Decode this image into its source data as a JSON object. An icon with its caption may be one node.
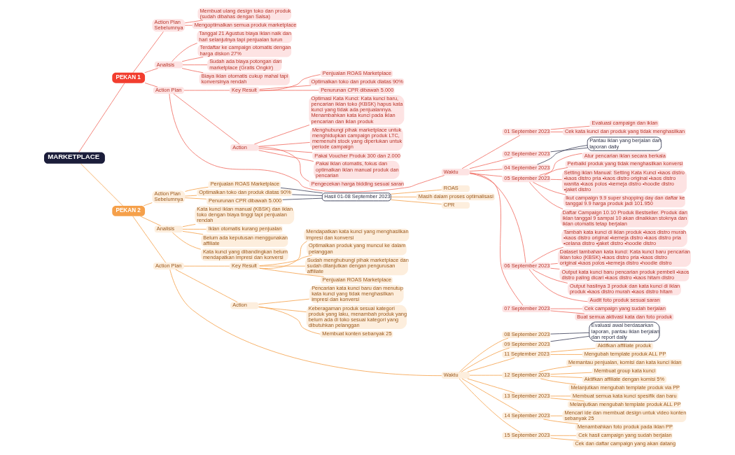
{
  "diagram": {
    "nodes": [
      {
        "text": [
          "MARKETPLACE"
        ]
      },
      {
        "text": [
          "PEKAN 1"
        ]
      },
      {
        "text": [
          "Action Plan Sebelumnya"
        ]
      },
      {
        "text": [
          "Membuat ulang design toko dan produk (sudah dibahas dengan Salsa)"
        ]
      },
      {
        "text": [
          "Mengoptimalkan semua produk marketplace"
        ]
      },
      {
        "text": [
          "Analisis"
        ]
      },
      {
        "text": [
          "Tanggal 21 Agustus biaya iklan naik dan hari selanjutnya tapi penjualan turun"
        ]
      },
      {
        "text": [
          "Terdaftar ke campaign otomatis dengan harga diskon 27%"
        ]
      },
      {
        "text": [
          "Sudah ada biaya potongan dari marketplace (Gratis Ongkir)"
        ]
      },
      {
        "text": [
          "Biaya iklan otomatis cukup mahal tapi konversinya rendah"
        ]
      },
      {
        "text": [
          "Action Plan"
        ]
      },
      {
        "text": [
          "Key Result"
        ]
      },
      {
        "text": [
          "Penjualan ROAS Marketplace"
        ]
      },
      {
        "text": [
          "Optimalkan toko dan produk diatas 90%"
        ]
      },
      {
        "text": [
          "Penurunan CPR dibawah 5.000"
        ]
      },
      {
        "text": [
          "Action"
        ]
      },
      {
        "text": [
          "Optimasi Kata Kunci: Kata kunci baru, pencarian iklan toko (KBSK) hapus kata kunci yang tidak ada penjualannya. Menambahkan kata kunci pada iklan pencarian dan iklan produk"
        ]
      },
      {
        "text": [
          "Menghubungi pihak marketplace untuk menghidupkan campaign produk LTC, memenuhi stock yang diperlukan untuk periode campaign"
        ]
      },
      {
        "text": [
          "Pakai Voucher Produk 300 dan 2.000"
        ]
      },
      {
        "text": [
          "Pakai iklan otomatis, fokus dan optimalkan iklan manual produk dan pencarian"
        ]
      },
      {
        "text": [
          "Pengecekan harga bidding sesuai saran"
        ]
      },
      {
        "text": [
          "Waktu"
        ]
      },
      {
        "text": [
          "01 September 2023"
        ]
      },
      {
        "text": [
          "Evaluasi campaign dan iklan"
        ]
      },
      {
        "text": [
          "Cek kata kunci dan produk yang tidak menghasilkan"
        ]
      },
      {
        "text": [
          "02 September 2023"
        ]
      },
      {
        "text": [
          "04 September 2023"
        ]
      },
      {
        "text": [
          "Pantau iklan yang berjalan dan laporan daily"
        ]
      },
      {
        "text": [
          "05 September 2023"
        ]
      },
      {
        "text": [
          "Atur pencarian iklan secara berkala"
        ]
      },
      {
        "text": [
          "Perbaiki produk yang tidak menghasilkan konversi"
        ]
      },
      {
        "text": [
          "Setting iklan Manual: Setting Kata Kunci •kaos distro •kaos distro pria •kaos distro original •kaos distro wanita •kaos polos •kemeja distro •hoodie distro •jaket distro"
        ]
      },
      {
        "text": [
          "Ikut campaign 9.9 super shopping day dan daftar ke tanggal 9.9 harga produk jadi 101.950"
        ]
      },
      {
        "text": [
          "Daftar Campaign 10.10 Produk Bestseller. Produk dari iklan tanggal 9 sampai 10 akan dinaikkan stoknya dan iklan otomatis tetap berjalan"
        ]
      },
      {
        "text": [
          "06 September 2023"
        ]
      },
      {
        "text": [
          "Tambah kata kunci di iklan produk •kaos distro murah •kaos distro original •kemeja distro •kaos distro pria •celana distro •jaket distro •hoodie distro"
        ]
      },
      {
        "text": [
          "Dataset tambahan kata kunci: Kata kunci baru pencarian iklan toko (KBSK) •kaos distro pria •kaos distro original •kaos polos •kemeja distro •hoodie distro"
        ]
      },
      {
        "text": [
          "Output kata kunci baru pencarian produk pembeli •kaos distro paling dicari •kaos distro •kaos hitam distro"
        ]
      },
      {
        "text": [
          "Output hasilnya 3 produk dan kata kunci di iklan produk •kaos distro murah •kaos distro hitam"
        ]
      },
      {
        "text": [
          "Audit foto produk sesuai saran"
        ]
      },
      {
        "text": [
          "07 September 2023"
        ]
      },
      {
        "text": [
          "Cek campaign yang sudah berjalan"
        ]
      },
      {
        "text": [
          "Buat semua aktivasi kata dan foto produk"
        ]
      },
      {
        "text": [
          "PEKAN 2"
        ]
      },
      {
        "text": [
          "Action Plan Sebelumnya"
        ]
      },
      {
        "text": [
          "Penjualan ROAS Marketplace"
        ]
      },
      {
        "text": [
          "Optimalkan toko dan produk diatas 90%"
        ]
      },
      {
        "text": [
          "Penurunan CPR dibawah 5.000"
        ]
      },
      {
        "text": [
          "Hasil 01-08 September 2023"
        ]
      },
      {
        "text": [
          "ROAS"
        ]
      },
      {
        "text": [
          "Masih dalam proses optimalisasi"
        ]
      },
      {
        "text": [
          "CPR"
        ]
      },
      {
        "text": [
          "Analisis"
        ]
      },
      {
        "text": [
          "Kata kunci iklan manual (KBSK) dan iklan toko dengan biaya tinggi tapi penjualan rendah"
        ]
      },
      {
        "text": [
          "Iklan otomatis kurang penjualan"
        ]
      },
      {
        "text": [
          "Belum ada keputusan menggunakan affiliate"
        ]
      },
      {
        "text": [
          "Kata kunci yang dibandingkan belum mendapatkan impresi dan konversi"
        ]
      },
      {
        "text": [
          "Action Plan"
        ]
      },
      {
        "text": [
          "Key Result"
        ]
      },
      {
        "text": [
          "Mendapatkan kata kunci yang menghasilkan impresi dan konversi"
        ]
      },
      {
        "text": [
          "Optimalkan produk yang muncul ke dalam pelanggan"
        ]
      },
      {
        "text": [
          "Sudah menghubungi pihak marketplace dan sudah dilanjutkan dengan pengurusan affiliate"
        ]
      },
      {
        "text": [
          "Penjualan ROAS Marketplace"
        ]
      },
      {
        "text": [
          "Action"
        ]
      },
      {
        "text": [
          "Pencarian kata kunci baru dan menutup kata kunci yang tidak menghasilkan impresi dan konversi"
        ]
      },
      {
        "text": [
          "Keberagaman produk sesuai kategori produk yang laku, menambah produk yang belum ada di toko sesuai kategori yang dibutuhkan pelanggan"
        ]
      },
      {
        "text": [
          "Membuat konten sebanyak 25"
        ]
      },
      {
        "text": [
          "Waktu"
        ]
      },
      {
        "text": [
          "08 September 2023"
        ]
      },
      {
        "text": [
          "09 September 2023"
        ]
      },
      {
        "text": [
          "Evaluasi awal berdasarkan laporan, pantau iklan berjalan dan report daily"
        ]
      },
      {
        "text": [
          "11 September 2023"
        ]
      },
      {
        "text": [
          "Aktifkan affiliate produk"
        ]
      },
      {
        "text": [
          "Mengubah template produk ALL PP"
        ]
      },
      {
        "text": [
          "12 September 2023"
        ]
      },
      {
        "text": [
          "Memantau penjualan, komisi dan kata kunci iklan"
        ]
      },
      {
        "text": [
          "Membuat group kata kunci"
        ]
      },
      {
        "text": [
          "Aktifkan affiliate dengan komisi 5%"
        ]
      },
      {
        "text": [
          "Melanjutkan mengubah template produk via PP"
        ]
      },
      {
        "text": [
          "13 September 2023"
        ]
      },
      {
        "text": [
          "Membuat semua kata kunci spesifik dan baru"
        ]
      },
      {
        "text": [
          "Melanjutkan mengubah template produk ALL PP"
        ]
      },
      {
        "text": [
          "14 September 2023"
        ]
      },
      {
        "text": [
          "Mencari ide dan membuat design untuk video konten sebanyak 25"
        ]
      },
      {
        "text": [
          "Menambahkan foto produk pada iklan PP"
        ]
      },
      {
        "text": [
          "15 September 2023"
        ]
      },
      {
        "text": [
          "Cek hasil campaign yang sudah berjalan"
        ]
      },
      {
        "text": [
          "Cek dan daftar campaign yang akan datang"
        ]
      }
    ],
    "edges": [
      {
        "from": 0,
        "to": 1,
        "arrow": "none",
        "color": "#f06a5e"
      },
      {
        "from": 1,
        "to": 2,
        "arrow": "none",
        "color": "#f06a5e"
      },
      {
        "from": 2,
        "to": 3,
        "arrow": "none",
        "color": "#f06a5e"
      },
      {
        "from": 2,
        "to": 4,
        "arrow": "none",
        "color": "#f06a5e"
      },
      {
        "from": 1,
        "to": 5,
        "arrow": "none",
        "color": "#f06a5e"
      },
      {
        "from": 5,
        "to": 6,
        "arrow": "none",
        "color": "#f06a5e"
      },
      {
        "from": 5,
        "to": 7,
        "arrow": "none",
        "color": "#f06a5e"
      },
      {
        "from": 5,
        "to": 8,
        "arrow": "none",
        "color": "#f06a5e"
      },
      {
        "from": 5,
        "to": 9,
        "arrow": "none",
        "color": "#f06a5e"
      },
      {
        "from": 1,
        "to": 10,
        "arrow": "none",
        "color": "#f06a5e"
      },
      {
        "from": 10,
        "to": 11,
        "arrow": "none",
        "color": "#f06a5e"
      },
      {
        "from": 11,
        "to": 12,
        "arrow": "none",
        "color": "#f06a5e"
      },
      {
        "from": 11,
        "to": 13,
        "arrow": "none",
        "color": "#f06a5e"
      },
      {
        "from": 11,
        "to": 14,
        "arrow": "none",
        "color": "#f06a5e"
      },
      {
        "from": 10,
        "to": 15,
        "arrow": "none",
        "color": "#f06a5e"
      },
      {
        "from": 15,
        "to": 16,
        "arrow": "none",
        "color": "#f06a5e"
      },
      {
        "from": 15,
        "to": 17,
        "arrow": "none",
        "color": "#f06a5e"
      },
      {
        "from": 15,
        "to": 18,
        "arrow": "none",
        "color": "#f06a5e"
      },
      {
        "from": 15,
        "to": 19,
        "arrow": "none",
        "color": "#f06a5e"
      },
      {
        "from": 15,
        "to": 20,
        "arrow": "none",
        "color": "#f06a5e"
      },
      {
        "from": 10,
        "to": 21,
        "arrow": "none",
        "color": "#f06a5e"
      },
      {
        "from": 21,
        "to": 22,
        "arrow": "none",
        "color": "#f06a5e"
      },
      {
        "from": 22,
        "to": 23,
        "arrow": "none",
        "color": "#f06a5e"
      },
      {
        "from": 22,
        "to": 24,
        "arrow": "none",
        "color": "#f06a5e"
      },
      {
        "from": 21,
        "to": 25,
        "arrow": "none",
        "color": "#f06a5e"
      },
      {
        "from": 21,
        "to": 26,
        "arrow": "none",
        "color": "#f06a5e"
      },
      {
        "from": 25,
        "to": 27,
        "arrow": "none",
        "color": "#3b3f58"
      },
      {
        "from": 26,
        "to": 27,
        "arrow": "none",
        "color": "#3b3f58"
      },
      {
        "from": 21,
        "to": 28,
        "arrow": "none",
        "color": "#f06a5e"
      },
      {
        "from": 28,
        "to": 29,
        "arrow": "none",
        "color": "#f06a5e"
      },
      {
        "from": 28,
        "to": 30,
        "arrow": "none",
        "color": "#f06a5e"
      },
      {
        "from": 28,
        "to": 31,
        "arrow": "none",
        "color": "#f06a5e"
      },
      {
        "from": 28,
        "to": 32,
        "arrow": "none",
        "color": "#f06a5e"
      },
      {
        "from": 28,
        "to": 33,
        "arrow": "none",
        "color": "#f06a5e"
      },
      {
        "from": 21,
        "to": 34,
        "arrow": "none",
        "color": "#f06a5e"
      },
      {
        "from": 34,
        "to": 35,
        "arrow": "none",
        "color": "#f06a5e"
      },
      {
        "from": 34,
        "to": 36,
        "arrow": "none",
        "color": "#f06a5e"
      },
      {
        "from": 34,
        "to": 37,
        "arrow": "none",
        "color": "#f06a5e"
      },
      {
        "from": 34,
        "to": 38,
        "arrow": "none",
        "color": "#f06a5e"
      },
      {
        "from": 34,
        "to": 39,
        "arrow": "none",
        "color": "#f06a5e"
      },
      {
        "from": 21,
        "to": 40,
        "arrow": "none",
        "color": "#f06a5e"
      },
      {
        "from": 40,
        "to": 41,
        "arrow": "none",
        "color": "#f06a5e"
      },
      {
        "from": 40,
        "to": 42,
        "arrow": "none",
        "color": "#f06a5e"
      },
      {
        "from": 0,
        "to": 43,
        "arrow": "none",
        "color": "#f5a04a"
      },
      {
        "from": 43,
        "to": 44,
        "arrow": "none",
        "color": "#f5a04a"
      },
      {
        "from": 44,
        "to": 45,
        "arrow": "none",
        "color": "#f5a04a"
      },
      {
        "from": 44,
        "to": 46,
        "arrow": "none",
        "color": "#f5a04a"
      },
      {
        "from": 44,
        "to": 47,
        "arrow": "none",
        "color": "#f5a04a"
      },
      {
        "from": 45,
        "to": 48,
        "arrow": "none",
        "color": "#3b3f58"
      },
      {
        "from": 46,
        "to": 48,
        "arrow": "none",
        "color": "#3b3f58"
      },
      {
        "from": 47,
        "to": 48,
        "arrow": "none",
        "color": "#3b3f58"
      },
      {
        "from": 48,
        "to": 49,
        "arrow": "none",
        "color": "#f5a04a"
      },
      {
        "from": 48,
        "to": 50,
        "arrow": "none",
        "color": "#f5a04a"
      },
      {
        "from": 48,
        "to": 51,
        "arrow": "none",
        "color": "#f5a04a"
      },
      {
        "from": 43,
        "to": 52,
        "arrow": "none",
        "color": "#f5a04a"
      },
      {
        "from": 52,
        "to": 53,
        "arrow": "none",
        "color": "#f5a04a"
      },
      {
        "from": 52,
        "to": 54,
        "arrow": "none",
        "color": "#f5a04a"
      },
      {
        "from": 52,
        "to": 55,
        "arrow": "none",
        "color": "#f5a04a"
      },
      {
        "from": 52,
        "to": 56,
        "arrow": "none",
        "color": "#f5a04a"
      },
      {
        "from": 43,
        "to": 57,
        "arrow": "none",
        "color": "#f5a04a"
      },
      {
        "from": 57,
        "to": 58,
        "arrow": "none",
        "color": "#f5a04a"
      },
      {
        "from": 58,
        "to": 59,
        "arrow": "none",
        "color": "#f5a04a"
      },
      {
        "from": 58,
        "to": 60,
        "arrow": "none",
        "color": "#f5a04a"
      },
      {
        "from": 58,
        "to": 61,
        "arrow": "none",
        "color": "#f5a04a"
      },
      {
        "from": 58,
        "to": 62,
        "arrow": "none",
        "color": "#f5a04a"
      },
      {
        "from": 57,
        "to": 63,
        "arrow": "none",
        "color": "#f5a04a"
      },
      {
        "from": 63,
        "to": 64,
        "arrow": "none",
        "color": "#f5a04a"
      },
      {
        "from": 63,
        "to": 65,
        "arrow": "none",
        "color": "#f5a04a"
      },
      {
        "from": 63,
        "to": 66,
        "arrow": "none",
        "color": "#f5a04a"
      },
      {
        "from": 57,
        "to": 67,
        "arrow": "none",
        "color": "#f5a04a"
      },
      {
        "from": 67,
        "to": 68,
        "arrow": "none",
        "color": "#f5a04a"
      },
      {
        "from": 67,
        "to": 69,
        "arrow": "none",
        "color": "#f5a04a"
      },
      {
        "from": 68,
        "to": 70,
        "arrow": "none",
        "color": "#3b3f58"
      },
      {
        "from": 69,
        "to": 70,
        "arrow": "none",
        "color": "#3b3f58"
      },
      {
        "from": 67,
        "to": 71,
        "arrow": "none",
        "color": "#f5a04a"
      },
      {
        "from": 71,
        "to": 72,
        "arrow": "none",
        "color": "#f5a04a"
      },
      {
        "from": 71,
        "to": 73,
        "arrow": "none",
        "color": "#f5a04a"
      },
      {
        "from": 67,
        "to": 74,
        "arrow": "none",
        "color": "#f5a04a"
      },
      {
        "from": 74,
        "to": 75,
        "arrow": "none",
        "color": "#f5a04a"
      },
      {
        "from": 74,
        "to": 76,
        "arrow": "none",
        "color": "#f5a04a"
      },
      {
        "from": 74,
        "to": 77,
        "arrow": "none",
        "color": "#f5a04a"
      },
      {
        "from": 74,
        "to": 78,
        "arrow": "none",
        "color": "#f5a04a"
      },
      {
        "from": 67,
        "to": 79,
        "arrow": "none",
        "color": "#f5a04a"
      },
      {
        "from": 79,
        "to": 80,
        "arrow": "none",
        "color": "#f5a04a"
      },
      {
        "from": 79,
        "to": 81,
        "arrow": "none",
        "color": "#f5a04a"
      },
      {
        "from": 67,
        "to": 82,
        "arrow": "none",
        "color": "#f5a04a"
      },
      {
        "from": 82,
        "to": 83,
        "arrow": "none",
        "color": "#f5a04a"
      },
      {
        "from": 82,
        "to": 84,
        "arrow": "none",
        "color": "#f5a04a"
      },
      {
        "from": 67,
        "to": 85,
        "arrow": "none",
        "color": "#f5a04a"
      },
      {
        "from": 85,
        "to": 86,
        "arrow": "none",
        "color": "#f5a04a"
      },
      {
        "from": 85,
        "to": 87,
        "arrow": "none",
        "color": "#f5a04a"
      }
    ]
  }
}
